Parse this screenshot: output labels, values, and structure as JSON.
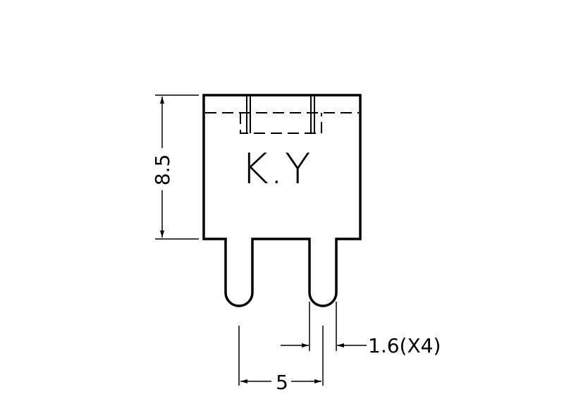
{
  "drawing": {
    "marking": "K.Y",
    "dimensions": {
      "height": "8.5",
      "pin_pitch": "5",
      "pin_width": "1.6(X4)"
    },
    "line_color": "#000000",
    "background": "#ffffff"
  }
}
